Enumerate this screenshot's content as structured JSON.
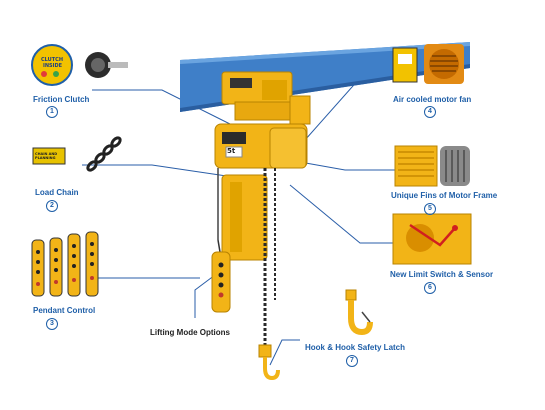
{
  "features": [
    {
      "label": "Friction Clutch",
      "number": "1"
    },
    {
      "label": "Load Chain",
      "number": "2"
    },
    {
      "label": "Pendant Control",
      "number": "3"
    },
    {
      "label": "Air cooled motor fan",
      "number": "4"
    },
    {
      "label": "Unique Fins of Motor Frame",
      "number": "5"
    },
    {
      "label": "New Limit Switch & Sensor",
      "number": "6"
    },
    {
      "label": "Hook & Hook Safety Latch",
      "number": "7"
    }
  ],
  "lifting_mode": {
    "label": "Lifting Mode Options"
  },
  "badge": {
    "line1": "CLUTCH",
    "line2": "INSIDE"
  },
  "chain_sign": {
    "text": "CHAIN AND PLANNING"
  },
  "hoist_plate": {
    "text": "5t"
  },
  "colors": {
    "hoist_yellow": "#f2b417",
    "beam_blue": "#3f7fc8",
    "label_blue": "#1f5fa8",
    "callout_line": "#2a5ea8"
  }
}
